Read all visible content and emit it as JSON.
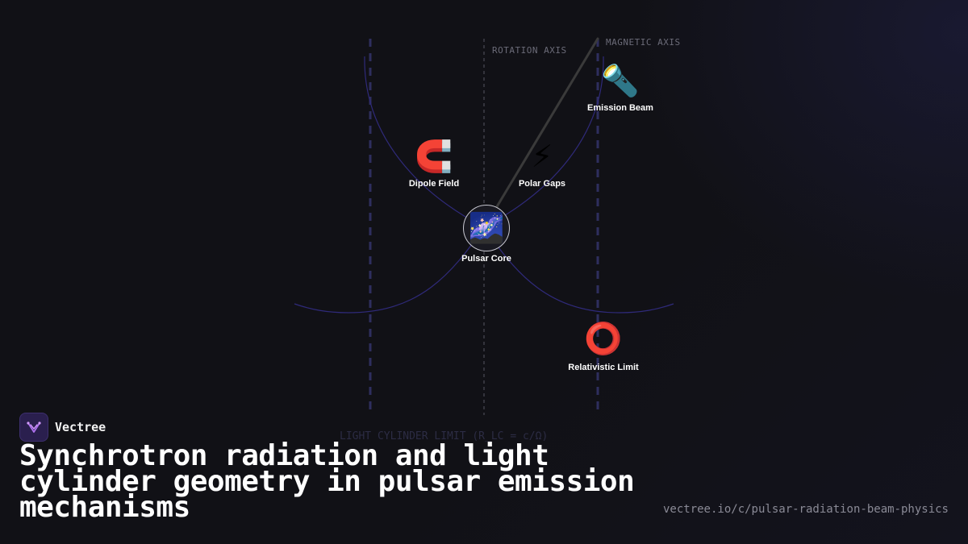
{
  "diagram": {
    "axes": {
      "rotation_axis_label": "ROTATION AXIS",
      "magnetic_axis_label": "MAGNETIC AXIS"
    },
    "light_cylinder_label": "LIGHT CYLINDER LIMIT (R_LC = c/Ω)",
    "nodes": {
      "emission_beam": {
        "icon": "flashlight-icon",
        "glyph": "🔦",
        "label": "Emission Beam"
      },
      "dipole_field": {
        "icon": "magnet-icon",
        "glyph": "🧲",
        "label": "Dipole Field"
      },
      "polar_gaps": {
        "icon": "lightning-icon",
        "glyph": "⚡",
        "label": "Polar Gaps"
      },
      "pulsar_core": {
        "icon": "milky-way-icon",
        "glyph": "🌌",
        "label": "Pulsar Core"
      },
      "relativistic_limit": {
        "icon": "ring-icon",
        "glyph": "⭕",
        "label": "Relativistic Limit"
      }
    },
    "colors": {
      "background": "#111116",
      "field_lines": "#2f2a7a",
      "light_cylinder": "#2e2e5e",
      "magnetic_axis": "#3a3a3a"
    }
  },
  "brand": {
    "name": "Vectree",
    "logo_icon": "vectree-logo-icon"
  },
  "title": "Synchrotron radiation and light cylinder geometry in pulsar emission mechanisms",
  "url": "vectree.io/c/pulsar-radiation-beam-physics"
}
